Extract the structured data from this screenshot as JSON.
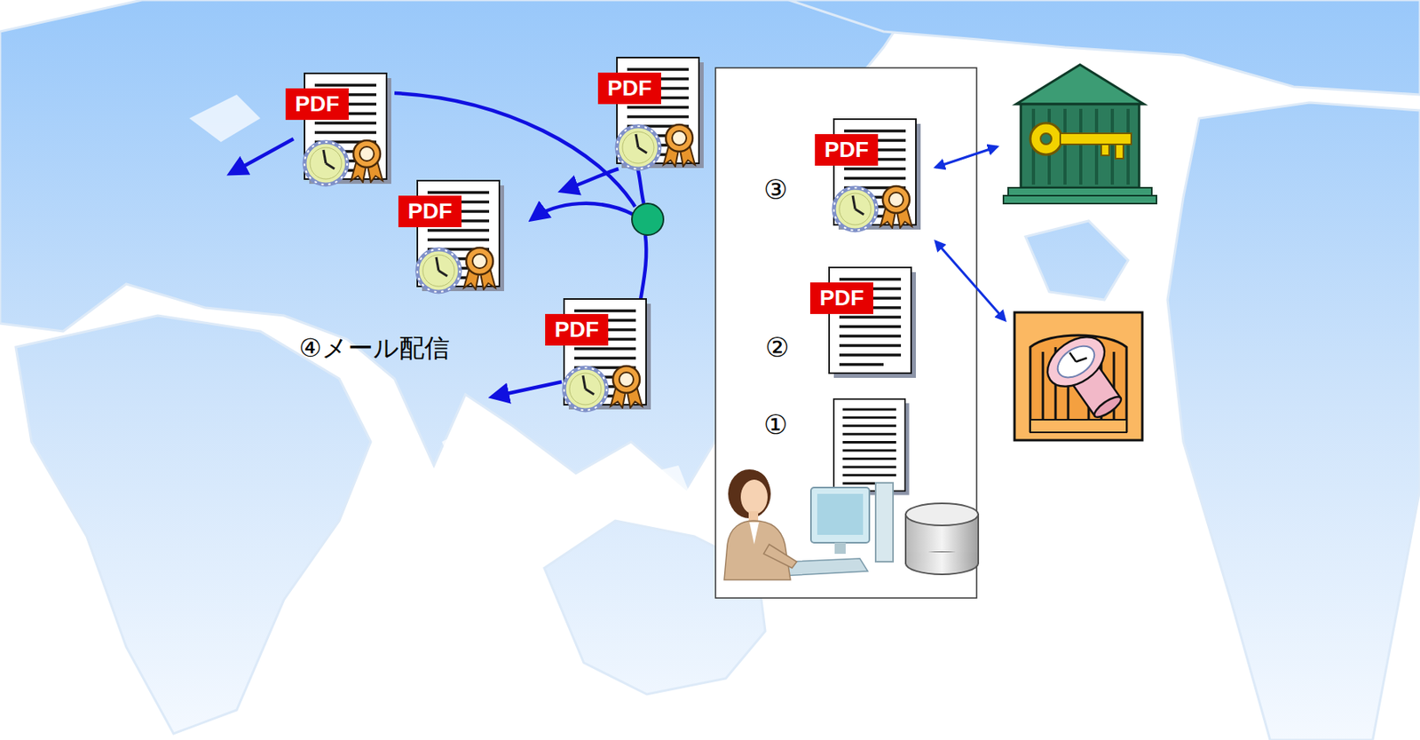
{
  "diagram": {
    "nodes": [
      {
        "text": [
          "PDF"
        ]
      },
      {
        "text": [
          "PDF"
        ]
      },
      {
        "text": [
          "PDF"
        ]
      },
      {
        "text": [
          "PDF"
        ]
      },
      {
        "text": [
          "PDF"
        ]
      },
      {
        "text": [
          "PDF"
        ]
      }
    ],
    "labels": [
      "③",
      "②",
      "①",
      "④メール配信"
    ]
  }
}
